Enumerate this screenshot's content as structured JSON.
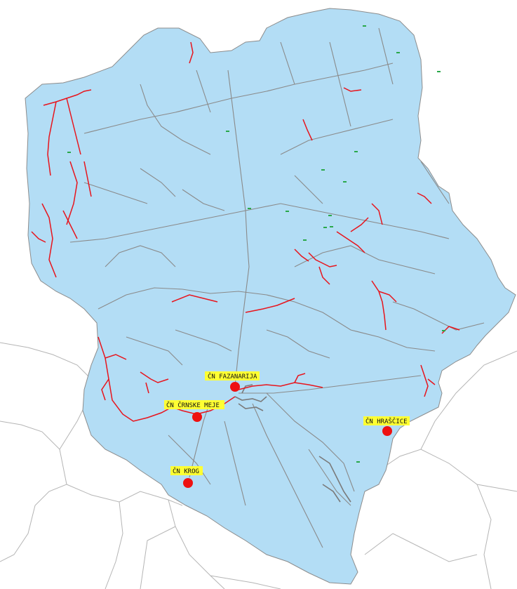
{
  "colors": {
    "background": "#ffffff",
    "municipality_fill": "#b3ddf5",
    "municipality_outline": "#8c8c8c",
    "neighbor_border": "#b0b0b0",
    "network_gray": "#8a8a8a",
    "network_red": "#e8141c",
    "marker": "#ee1111",
    "label_bg": "#ffff33",
    "small_symbol": "#2aa84a"
  },
  "stations": [
    {
      "id": "fazanarija",
      "label": "ČN FAZANARIJA"
    },
    {
      "id": "crnske-meje",
      "label": "ČN ČRNSKE MEJE"
    },
    {
      "id": "hrascice",
      "label": "ČN HRAŠČICE"
    },
    {
      "id": "krog",
      "label": "ČN KROG"
    }
  ]
}
